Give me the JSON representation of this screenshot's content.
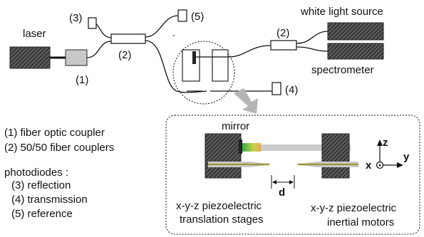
{
  "labels": {
    "laser": "laser",
    "coupler1_num": "(1)",
    "coupler2_left_num": "(2)",
    "photodiode3_num": "(3)",
    "photodiode5_num": "(5)",
    "photodiode4_num": "(4)",
    "coupler2_right_num": "(2)",
    "white_light_source": "white light source",
    "spectrometer": "spectrometer",
    "mirror": "mirror",
    "d": "d",
    "axis_z": "z",
    "axis_x": "x",
    "axis_y": "y",
    "stages_line1": "x-y-z piezoelectric",
    "stages_line2": "translation stages",
    "motors_line1": "x-y-z piezoelectric",
    "motors_line2": "inertial motors"
  },
  "legend": {
    "item1": "(1) fiber optic coupler",
    "item2": "(2) 50/50 fiber couplers",
    "photodiodes_heading": "photodiodes :",
    "pd3": "(3)  reflection",
    "pd4": "(4)  transmission",
    "pd5": "(5)  reference"
  },
  "colors": {
    "hatch": "#333333",
    "coupler_fill": "#c8c8c8",
    "fiber_rod": "#cccccc",
    "fiber_core": "#9a9a45",
    "arrow_gray": "#b5b5b5",
    "mirror_green": "#1fa83a",
    "mirror_orange": "#e8a24a"
  }
}
